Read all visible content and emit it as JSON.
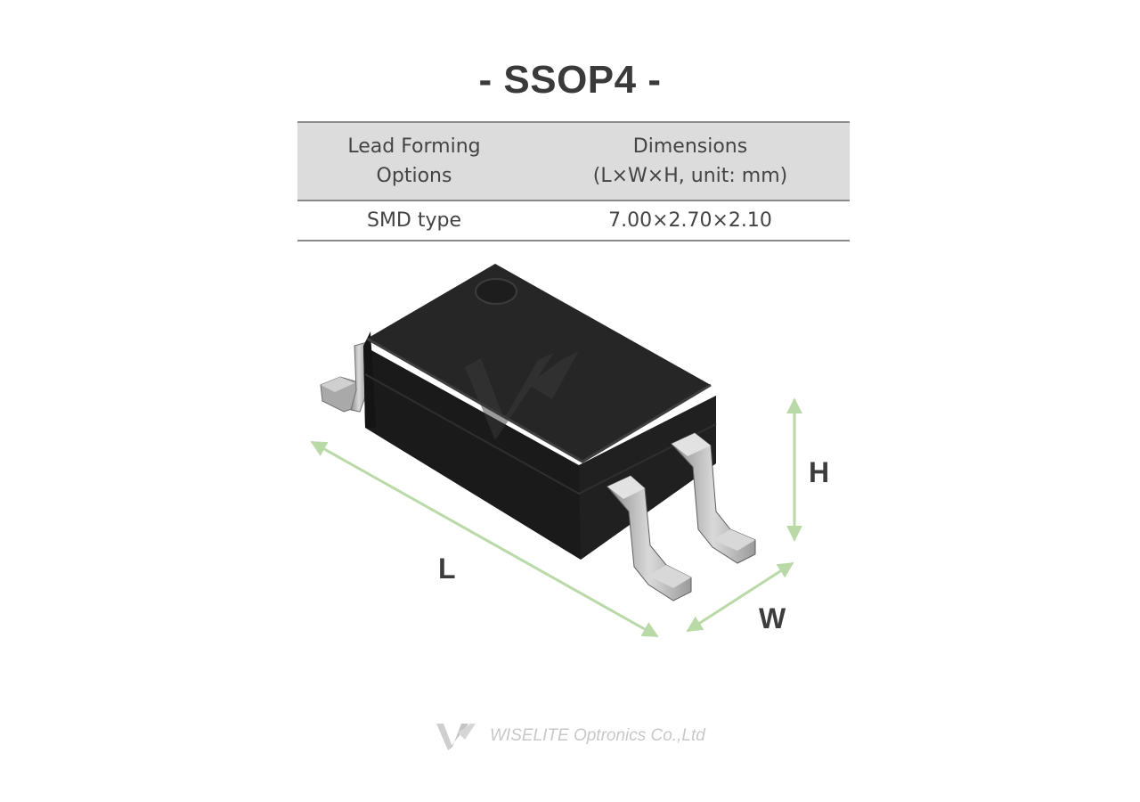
{
  "title": "- SSOP4 -",
  "table": {
    "headers": [
      [
        "Lead Forming",
        "Options"
      ],
      [
        "Dimensions",
        "(L×W×H, unit: mm)"
      ]
    ],
    "rows": [
      [
        "SMD type",
        "7.00×2.70×2.10"
      ]
    ]
  },
  "diagram": {
    "labels": {
      "length": "L",
      "width": "W",
      "height": "H"
    },
    "watermark": "WISELITE",
    "arrow_color": "#b9d9a7",
    "body_color": "#1f1f1f",
    "lead_color": "#b5b5b5"
  },
  "footer": {
    "company": "WISELITE Optronics Co.,Ltd",
    "logo_text": "WISELITE"
  }
}
